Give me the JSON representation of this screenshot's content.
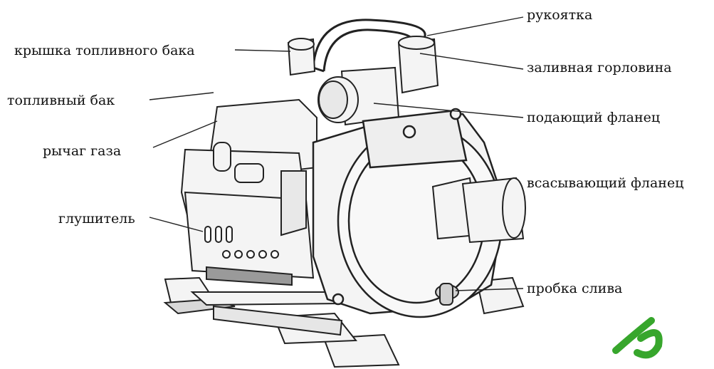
{
  "diagram": {
    "labels": {
      "fuel_cap": "крышка  топливного бака",
      "fuel_tank": "топливный  бак",
      "throttle": "рычаг газа",
      "muffler": "глушитель",
      "handle": "рукоятка",
      "filler_neck": "заливная горловина",
      "discharge_flange": "подающий фланец",
      "suction_flange": "всасывающий фланец",
      "drain_plug": "пробка слива"
    },
    "colors": {
      "line": "#222222",
      "body_fill": "#f4f4f4",
      "shade": "#c9c9c9",
      "logo": "#37a62c"
    },
    "icons": {
      "logo": "green-curl-logo-icon"
    }
  }
}
